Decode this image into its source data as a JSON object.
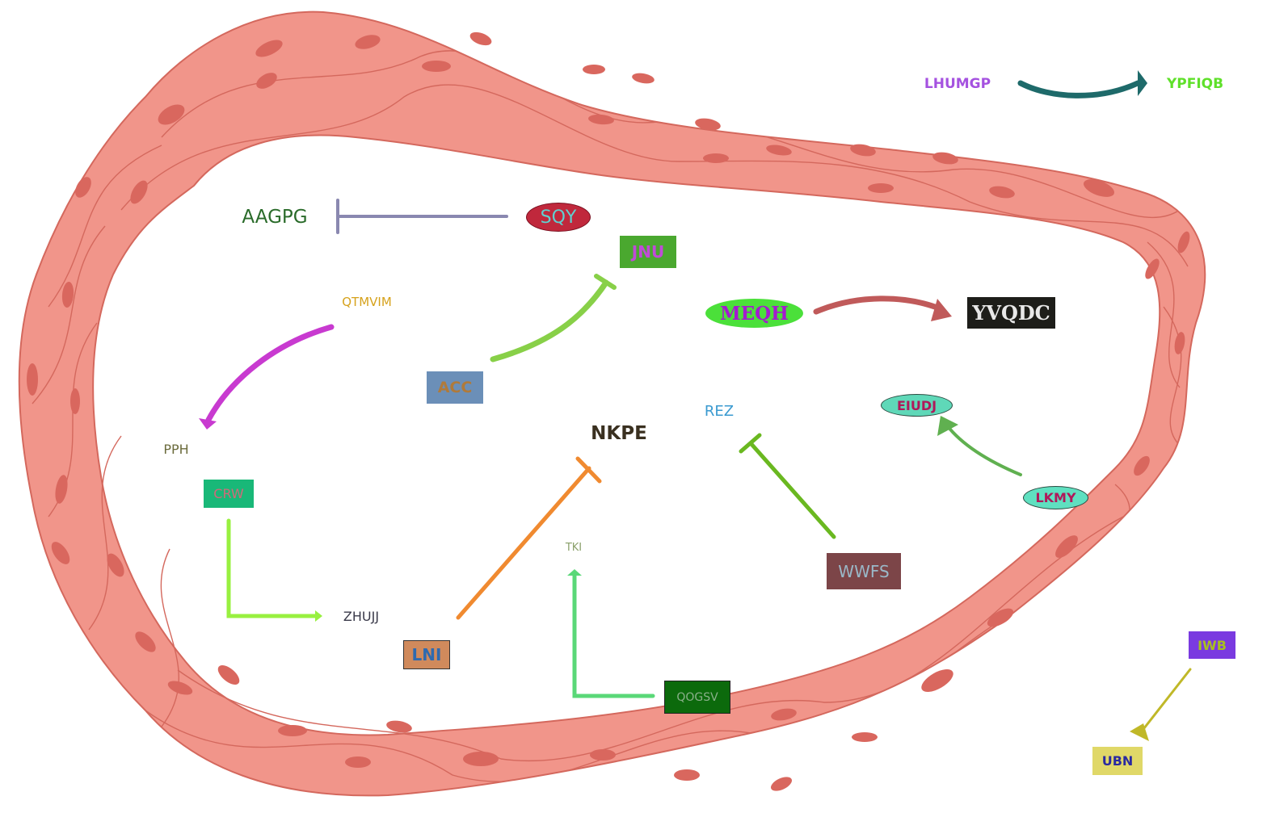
{
  "diagram": {
    "colors": {
      "membrane_fill": "#f1958a",
      "membrane_stroke": "#d4685d",
      "nucleus": "#d9675e"
    },
    "nodes": {
      "lhumgp": {
        "label": "LHUMGP",
        "color": "#a552e0"
      },
      "ypfiqb": {
        "label": "YPFIQB",
        "color": "#5fe02a"
      },
      "aagpg": {
        "label": "AAGPG",
        "color": "#2a6b2a"
      },
      "sqy": {
        "label": "SQY",
        "color": "#5fd0d0",
        "bg": "#c0283c"
      },
      "jnu": {
        "label": "JNU",
        "color": "#c04bd8",
        "bg": "#4aa82f"
      },
      "qtmvim": {
        "label": "QTMVIM",
        "color": "#d6a21c"
      },
      "meqh": {
        "label": "MEQH",
        "color": "#a41ad0",
        "bg": "#4be03a"
      },
      "yvqdc": {
        "label": "YVQDC",
        "color": "#e8e8e8",
        "bg": "#1d1d19"
      },
      "acc": {
        "label": "ACC",
        "color": "#b07a3a",
        "bg": "#6b8fb8"
      },
      "pph": {
        "label": "PPH",
        "color": "#6b6b3c"
      },
      "nkpe": {
        "label": "NKPE",
        "color": "#3a3020"
      },
      "rez": {
        "label": "REZ",
        "color": "#3a9ad0"
      },
      "eiudj": {
        "label": "EIUDJ",
        "color": "#b0185a",
        "bg": "#5fd8b8"
      },
      "crw": {
        "label": "CRW",
        "color": "#d06a7a",
        "bg": "#19b878"
      },
      "lkmy": {
        "label": "LKMY",
        "color": "#b0185a",
        "bg": "#5fe0c0"
      },
      "tki": {
        "label": "TKI",
        "color": "#8aa06a"
      },
      "wwfs": {
        "label": "WWFS",
        "color": "#9ab8c8",
        "bg": "#7c4548"
      },
      "zhujj": {
        "label": "ZHUJJ",
        "color": "#3a3a4a"
      },
      "lni": {
        "label": "LNI",
        "color": "#2e6ab0",
        "bg": "#d08a5c"
      },
      "qogsv": {
        "label": "QOGSV",
        "color": "#8ab08a",
        "bg": "#0c6a0c"
      },
      "iwb": {
        "label": "IWB",
        "color": "#a8c020",
        "bg": "#7a3ae0"
      },
      "ubn": {
        "label": "UBN",
        "color": "#2a2aa0",
        "bg": "#e0d868"
      }
    },
    "edges": [
      {
        "from": "LHUMGP",
        "to": "YPFIQB",
        "type": "activation",
        "color": "#1e6a6a"
      },
      {
        "from": "SQY",
        "to": "AAGPG",
        "type": "inhibition",
        "color": "#8a88b0"
      },
      {
        "from": "ACC",
        "to": "JNU",
        "type": "inhibition",
        "color": "#88d048"
      },
      {
        "from": "QTMVIM",
        "to": "PPH",
        "type": "activation",
        "color": "#c83ad0"
      },
      {
        "from": "MEQH",
        "to": "YVQDC",
        "type": "activation",
        "color": "#c05a5a"
      },
      {
        "from": "CRW",
        "to": "ZHUJJ",
        "type": "activation",
        "color": "#98f040"
      },
      {
        "from": "LNI",
        "to": "NKPE",
        "type": "inhibition",
        "color": "#f08a30"
      },
      {
        "from": "WWFS",
        "to": "REZ",
        "type": "inhibition",
        "color": "#6ab820"
      },
      {
        "from": "LKMY",
        "to": "EIUDJ",
        "type": "activation",
        "color": "#60b050"
      },
      {
        "from": "QOGSV",
        "to": "TKI",
        "type": "activation",
        "color": "#5ad878"
      },
      {
        "from": "IWB",
        "to": "UBN",
        "type": "activation",
        "color": "#c0b828"
      }
    ]
  }
}
